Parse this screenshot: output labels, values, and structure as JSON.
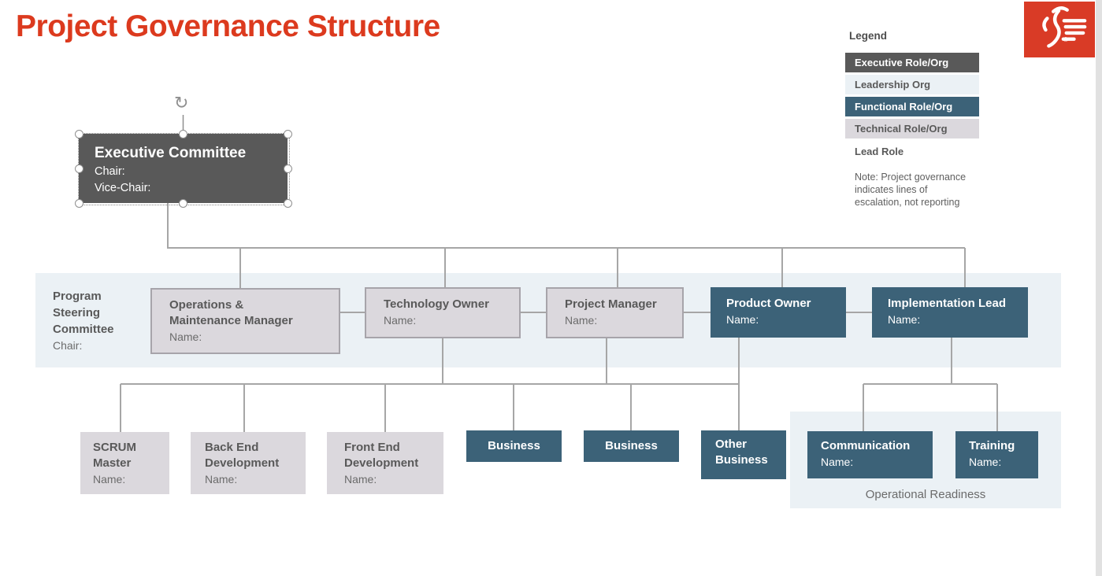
{
  "title": "Project Governance Structure",
  "logo": {
    "registered": "®"
  },
  "icons": {
    "rotate_glyph": "↻"
  },
  "colors": {
    "title_red": "#DC3A1E",
    "logo_red": "#D93B26",
    "executive_gray": "#595959",
    "functional_teal": "#3C6278",
    "technical_gray": "#DBD8DD",
    "leadership_band": "#EBF1F5",
    "connector_gray": "#A6A6A6"
  },
  "legend": {
    "heading": "Legend",
    "items": [
      {
        "label": "Executive Role/Org"
      },
      {
        "label": "Leadership Org"
      },
      {
        "label": "Functional Role/Org"
      },
      {
        "label": "Technical Role/Org"
      },
      {
        "label": "Lead Role"
      }
    ],
    "note": "Note: Project governance indicates lines of escalation, not reporting"
  },
  "nodes": {
    "executive": {
      "title": "Executive Committee",
      "chair": "Chair:",
      "vice_chair": "Vice-Chair:"
    },
    "steering": {
      "title": "Program Steering Committee",
      "chair": "Chair:"
    },
    "oandm": {
      "title": "Operations & Maintenance Manager",
      "name": "Name:"
    },
    "technology_owner": {
      "title": "Technology Owner",
      "name": "Name:"
    },
    "project_manager": {
      "title": "Project Manager",
      "name": "Name:"
    },
    "product_owner": {
      "title": "Product Owner",
      "name": "Name:"
    },
    "implementation_lead": {
      "title": "Implementation Lead",
      "name": "Name:"
    },
    "scrum_master": {
      "title": "SCRUM Master",
      "name": "Name:"
    },
    "back_end": {
      "title": "Back End Development",
      "name": "Name:"
    },
    "front_end": {
      "title": "Front End Development",
      "name": "Name:"
    },
    "business_1": {
      "title": "Business"
    },
    "business_2": {
      "title": "Business"
    },
    "other_business": {
      "title": "Other Business"
    },
    "communication": {
      "title": "Communication",
      "name": "Name:"
    },
    "training": {
      "title": "Training",
      "name": "Name:"
    },
    "operational_readiness": {
      "label": "Operational Readiness"
    }
  }
}
